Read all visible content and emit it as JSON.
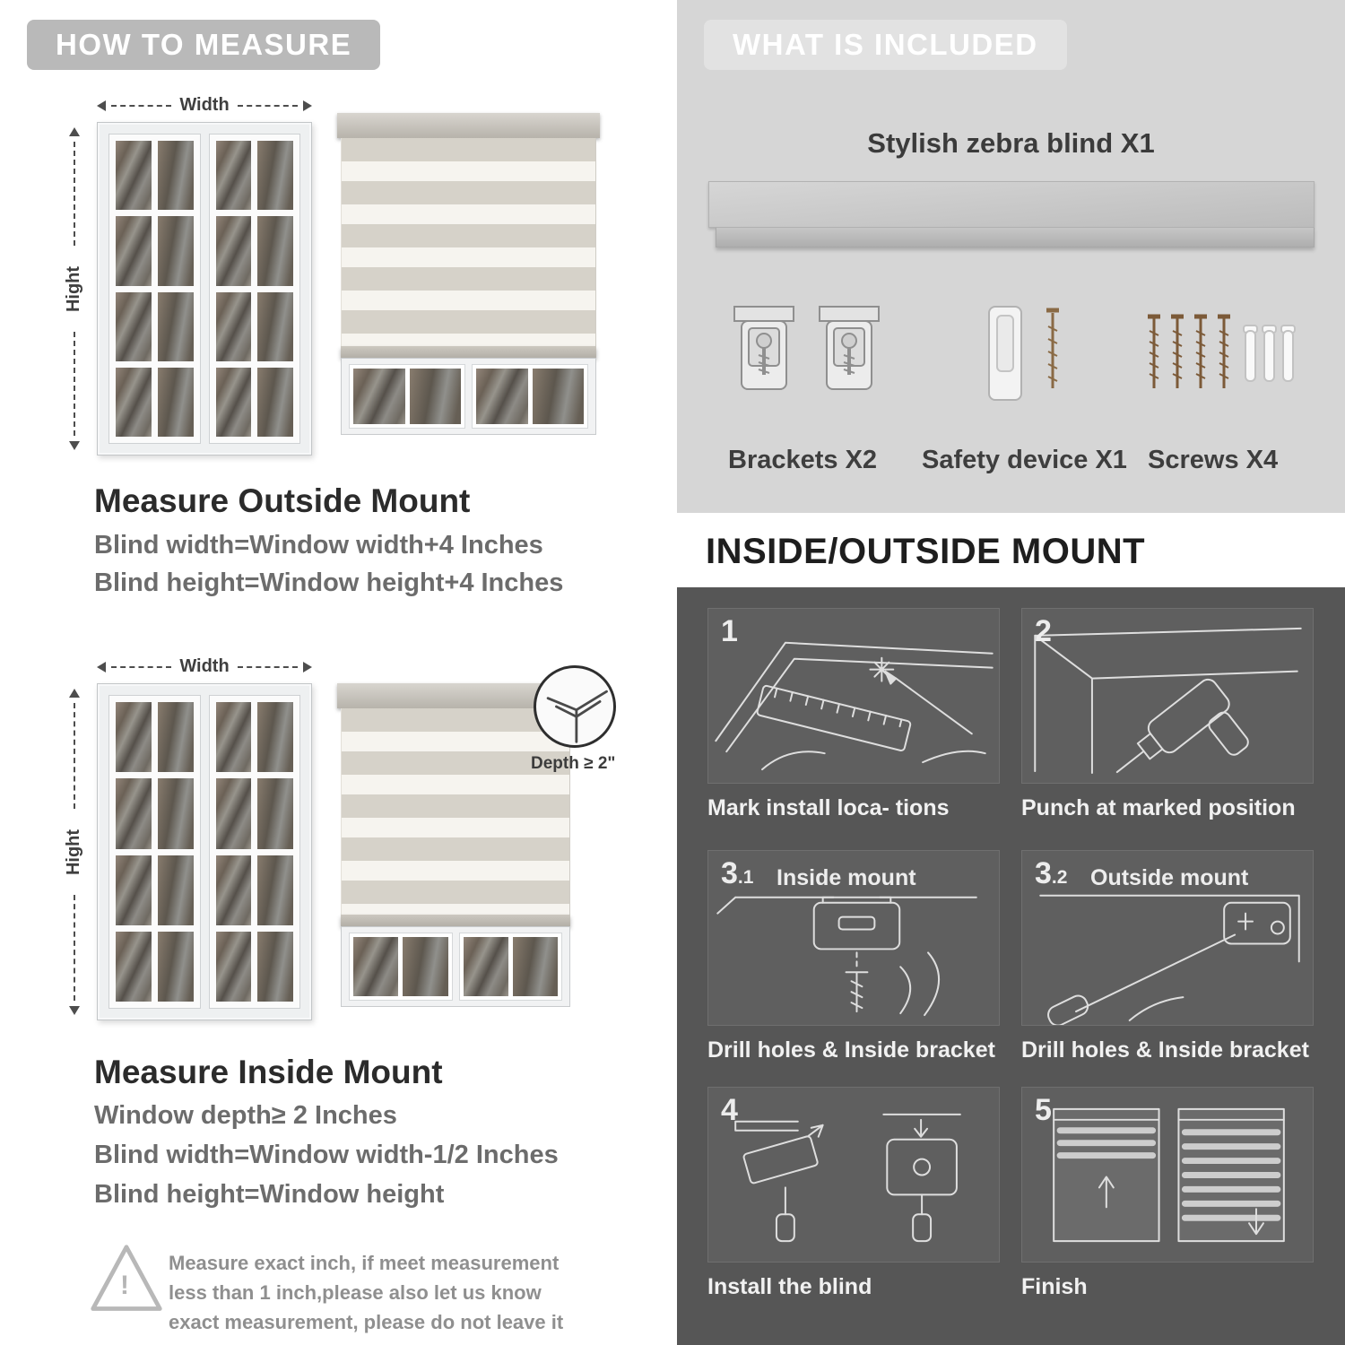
{
  "left": {
    "header": "HOW TO MEASURE",
    "outside": {
      "width_label": "Width",
      "height_label": "Hight",
      "title": "Measure Outside Mount",
      "line1": "Blind width=Window width+4 Inches",
      "line2": "Blind height=Window height+4 Inches"
    },
    "inside": {
      "width_label": "Width",
      "height_label": "Hight",
      "depth_label": "Depth ≥ 2\"",
      "title": "Measure Inside Mount",
      "line1": "Window depth≥ 2 Inches",
      "line2": "Blind width=Window width-1/2 Inches",
      "line3": "Blind height=Window height"
    },
    "warning": {
      "glyph": "!",
      "text": "Measure exact inch, if meet measurement less than 1 inch,please also let us know exact measurement, please do not leave it"
    }
  },
  "right": {
    "included": {
      "header": "WHAT IS INCLUDED",
      "product_title": "Stylish zebra blind X1",
      "item1_label": "Brackets X2",
      "item2_label": "Safety device X1",
      "item3_label": "Screws X4"
    },
    "mount": {
      "title": "INSIDE/OUTSIDE MOUNT",
      "steps": [
        {
          "num": "1",
          "sub": "",
          "inner": "",
          "caption": "Mark install loca- tions"
        },
        {
          "num": "2",
          "sub": "",
          "inner": "",
          "caption": "Punch at  marked position"
        },
        {
          "num": "3",
          "sub": ".1",
          "inner": "Inside mount",
          "caption": "Drill holes &  Inside bracket"
        },
        {
          "num": "3",
          "sub": ".2",
          "inner": "Outside mount",
          "caption": "Drill holes &  Inside bracket"
        },
        {
          "num": "4",
          "sub": "",
          "inner": "",
          "caption": "Install the blind"
        },
        {
          "num": "5",
          "sub": "",
          "inner": "",
          "caption": "Finish"
        }
      ]
    }
  },
  "colors": {
    "badge_gray": "#b9b9b9",
    "included_bg": "#d6d6d6",
    "mount_bg": "#565656",
    "stripe_opaque": "#d6d2c9",
    "stripe_sheer": "#f6f4ef"
  }
}
